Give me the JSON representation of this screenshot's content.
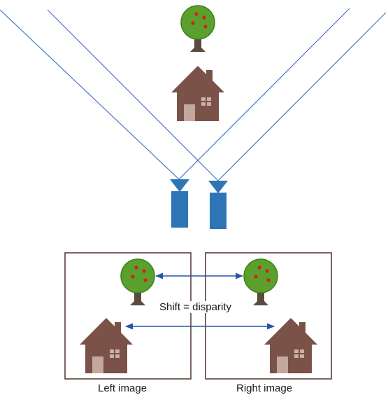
{
  "labels": {
    "left_image": "Left image",
    "right_image": "Right image",
    "shift": "Shift = disparity"
  },
  "colors": {
    "ray": "#4a78c0",
    "camera": "#2e75b6",
    "house": "#7a5248",
    "house_door": "#c4a79f",
    "house_window": "#c9b0a8",
    "tree_canopy": "#5aa02c",
    "tree_trunk": "#5b4a3e",
    "fruit": "#d42020",
    "frame": "#5a3f3a",
    "arrow": "#2457a8"
  },
  "icons": [
    "tree-icon",
    "house-icon",
    "camera-icon"
  ]
}
